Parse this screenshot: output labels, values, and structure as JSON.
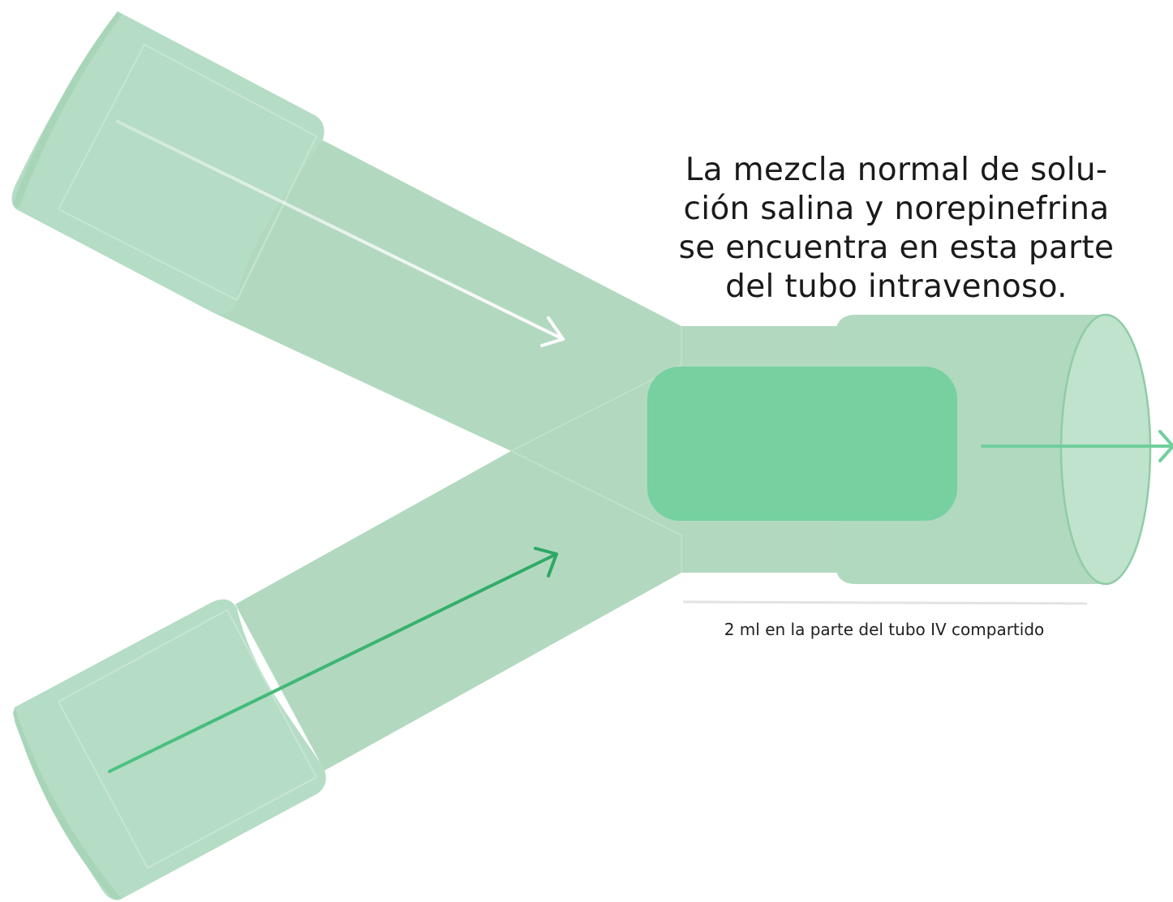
{
  "caption": {
    "lines": [
      "La mezcla normal de solu-",
      "ción salina y norepinefrina",
      "se encuentra en esta parte",
      "del tubo intravenoso."
    ]
  },
  "measurement": {
    "label": "2 ml en la parte del tubo IV compartido"
  },
  "colors": {
    "tube": "#b2d9c0",
    "tube_end_cap": "#bfe3cd",
    "tube_outline": "#8fcca6",
    "mixture": "#76d09f",
    "arrow_saline": "#ffffff",
    "arrow_norepinephrine": "#2ea865",
    "arrow_outflow": "#6fcf9c",
    "measure_line": "#e3e3e3",
    "text": "#1a1a1a"
  },
  "icons": {
    "inflow_top": "arrow-right-down-icon",
    "inflow_bottom": "arrow-right-up-icon",
    "outflow": "arrow-right-icon"
  }
}
